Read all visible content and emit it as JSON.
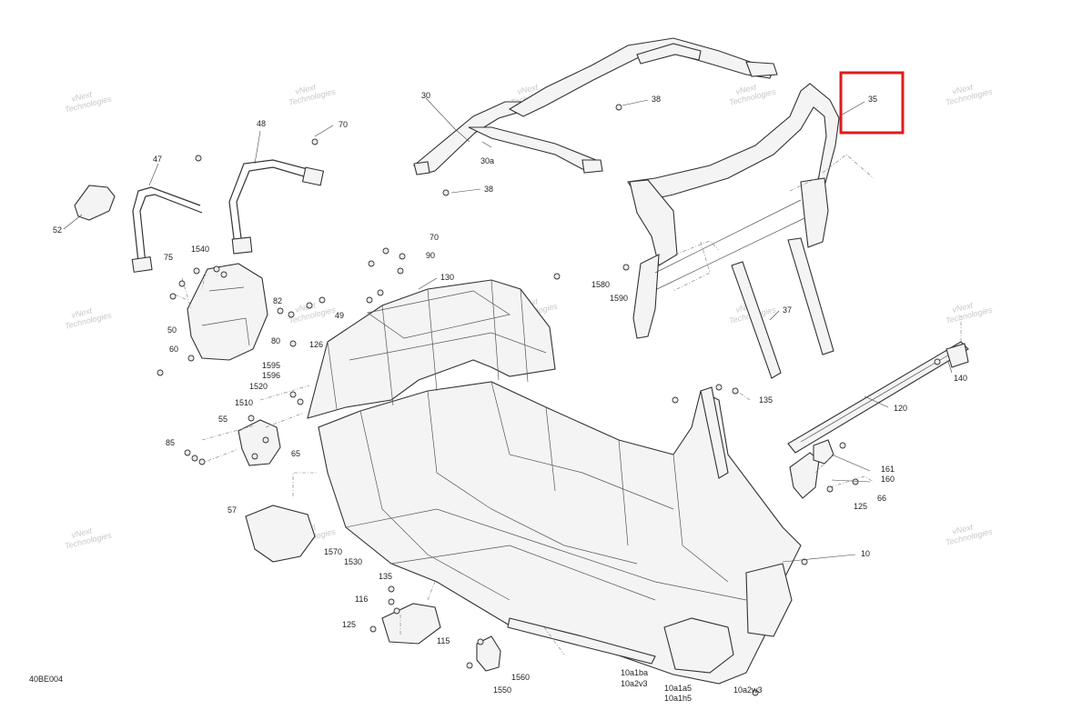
{
  "diagram": {
    "code": "40BE004",
    "watermark": [
      "vNext",
      "Technologies"
    ],
    "highlighted_part": "35",
    "callouts": [
      "30",
      "30a",
      "38",
      "38",
      "35",
      "48",
      "70",
      "47",
      "52",
      "1540",
      "75",
      "50",
      "60",
      "82",
      "49",
      "126",
      "80",
      "70",
      "90",
      "130",
      "1580",
      "1590",
      "37",
      "1595",
      "1596",
      "1520",
      "1510",
      "55",
      "85",
      "65",
      "135",
      "120",
      "140",
      "161",
      "160",
      "66",
      "125",
      "57",
      "1570",
      "1530",
      "135",
      "116",
      "125",
      "115",
      "1560",
      "1550",
      "10a1ba",
      "10a2v3",
      "10a1a5",
      "10a1h5",
      "10a2w3",
      "10"
    ]
  }
}
